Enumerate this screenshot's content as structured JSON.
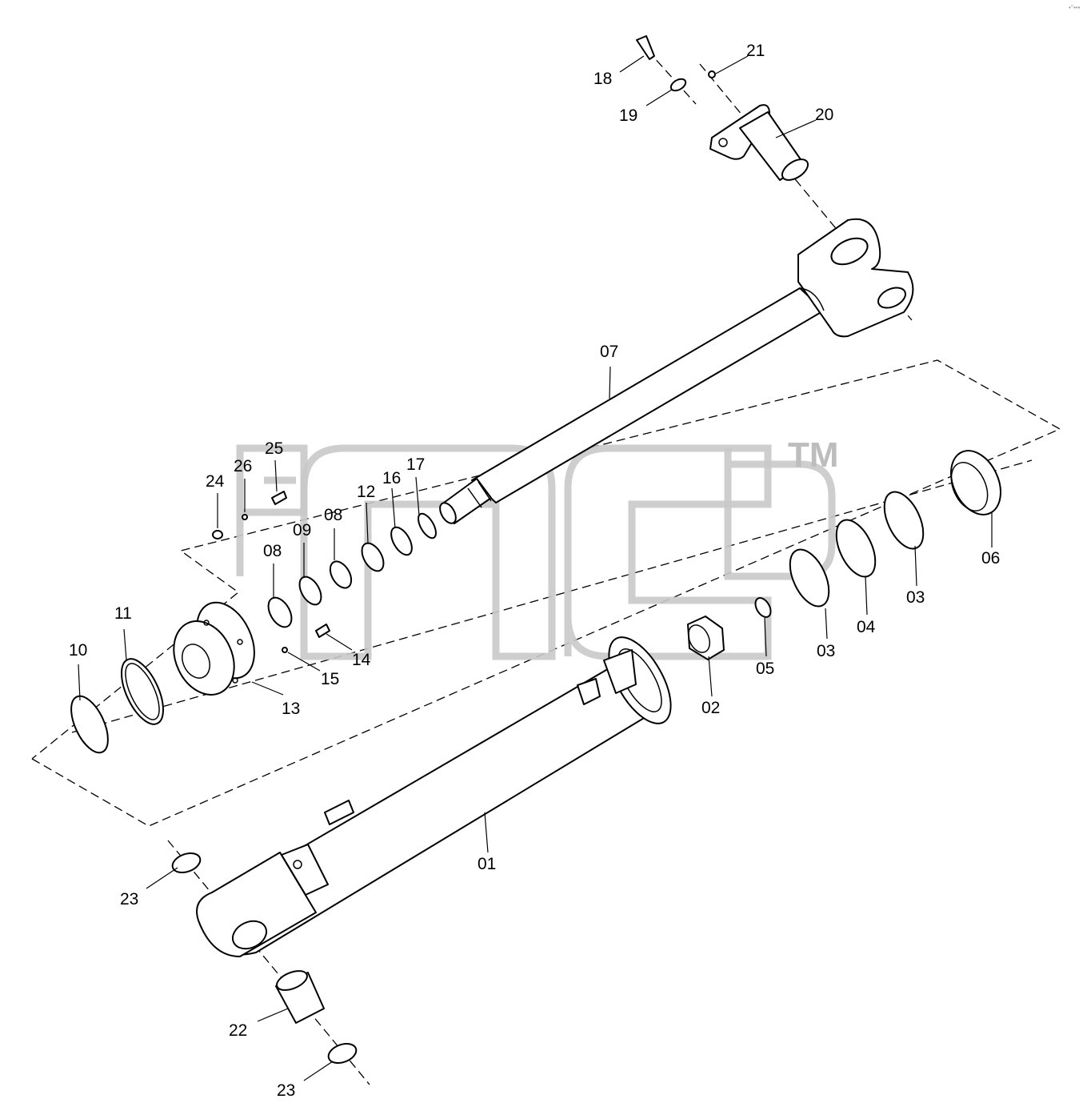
{
  "watermark": {
    "trademark": "TM"
  },
  "corner_mark": "•°•••",
  "callouts": [
    "01",
    "02",
    "03",
    "03",
    "04",
    "05",
    "06",
    "07",
    "08",
    "08",
    "09",
    "10",
    "11",
    "12",
    "13",
    "14",
    "15",
    "16",
    "17",
    "18",
    "19",
    "20",
    "21",
    "22",
    "23",
    "23",
    "24",
    "25",
    "26"
  ]
}
